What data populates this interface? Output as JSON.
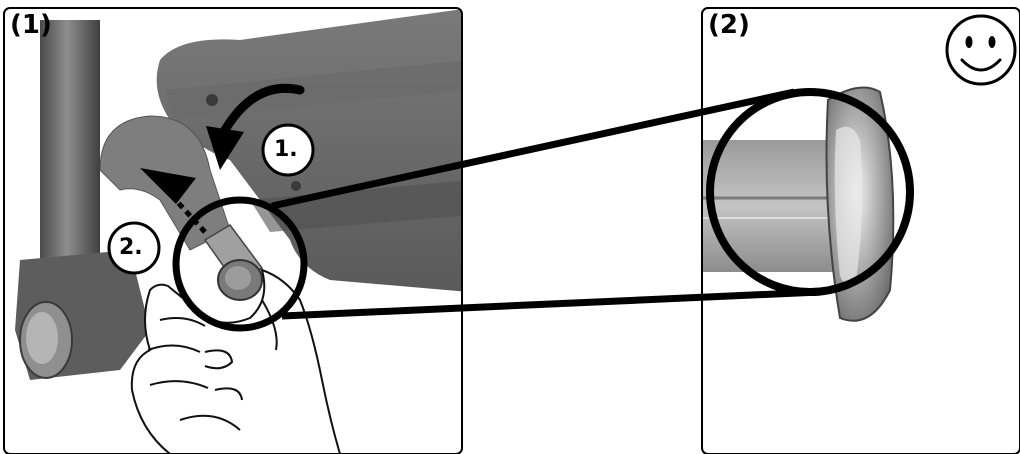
{
  "panels": [
    {
      "label": "(1)"
    },
    {
      "label": "(2)"
    }
  ],
  "steps": [
    {
      "label": "1."
    },
    {
      "label": "2."
    }
  ],
  "icons": {
    "smiley": "smiley-face-icon"
  },
  "colors": {
    "frame": "#000000",
    "metal_dark": "#5f5f5f",
    "metal_mid": "#8a8a8a",
    "metal_light": "#b9b9b9",
    "chrome": "#d9d9d9"
  }
}
